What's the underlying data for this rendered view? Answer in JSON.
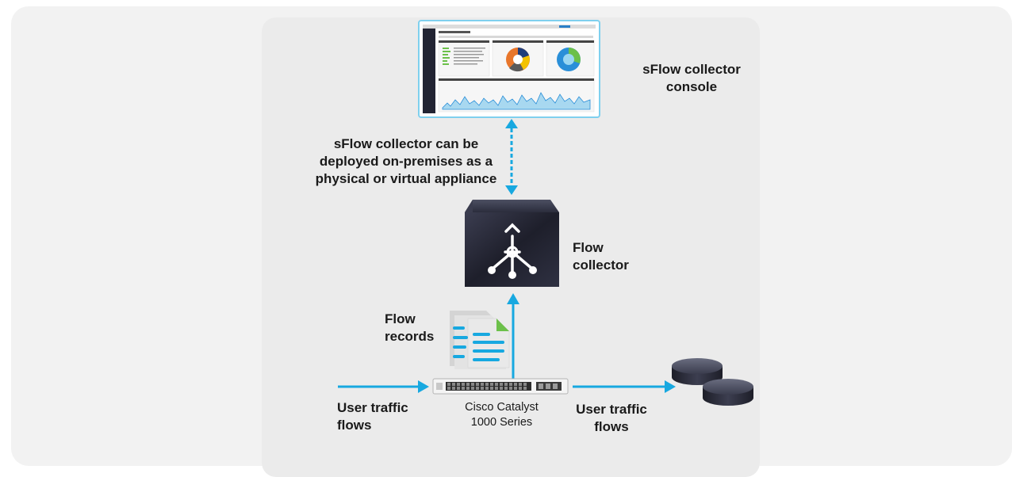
{
  "labels": {
    "console": "sFlow collector\nconsole",
    "deploy_note": "sFlow collector can be\ndeployed on-premises as a\nphysical or virtual appliance",
    "flow_collector": "Flow\ncollector",
    "flow_records": "Flow\nrecords",
    "switch_name": "Cisco Catalyst\n1000 Series",
    "traffic_left": "User traffic\nflows",
    "traffic_right": "User traffic\nflows"
  },
  "colors": {
    "arrow": "#17a8e0",
    "frame": "#f2f2f2",
    "panel": "#ebebeb",
    "appliance": "#2c2e3e",
    "doc_green": "#6cc04a"
  },
  "icons": {
    "console": "dashboard-monitor-icon",
    "collector": "flow-collector-appliance-icon",
    "records": "documents-icon",
    "switch": "network-switch-icon",
    "destinations": "server-disks-icon"
  }
}
